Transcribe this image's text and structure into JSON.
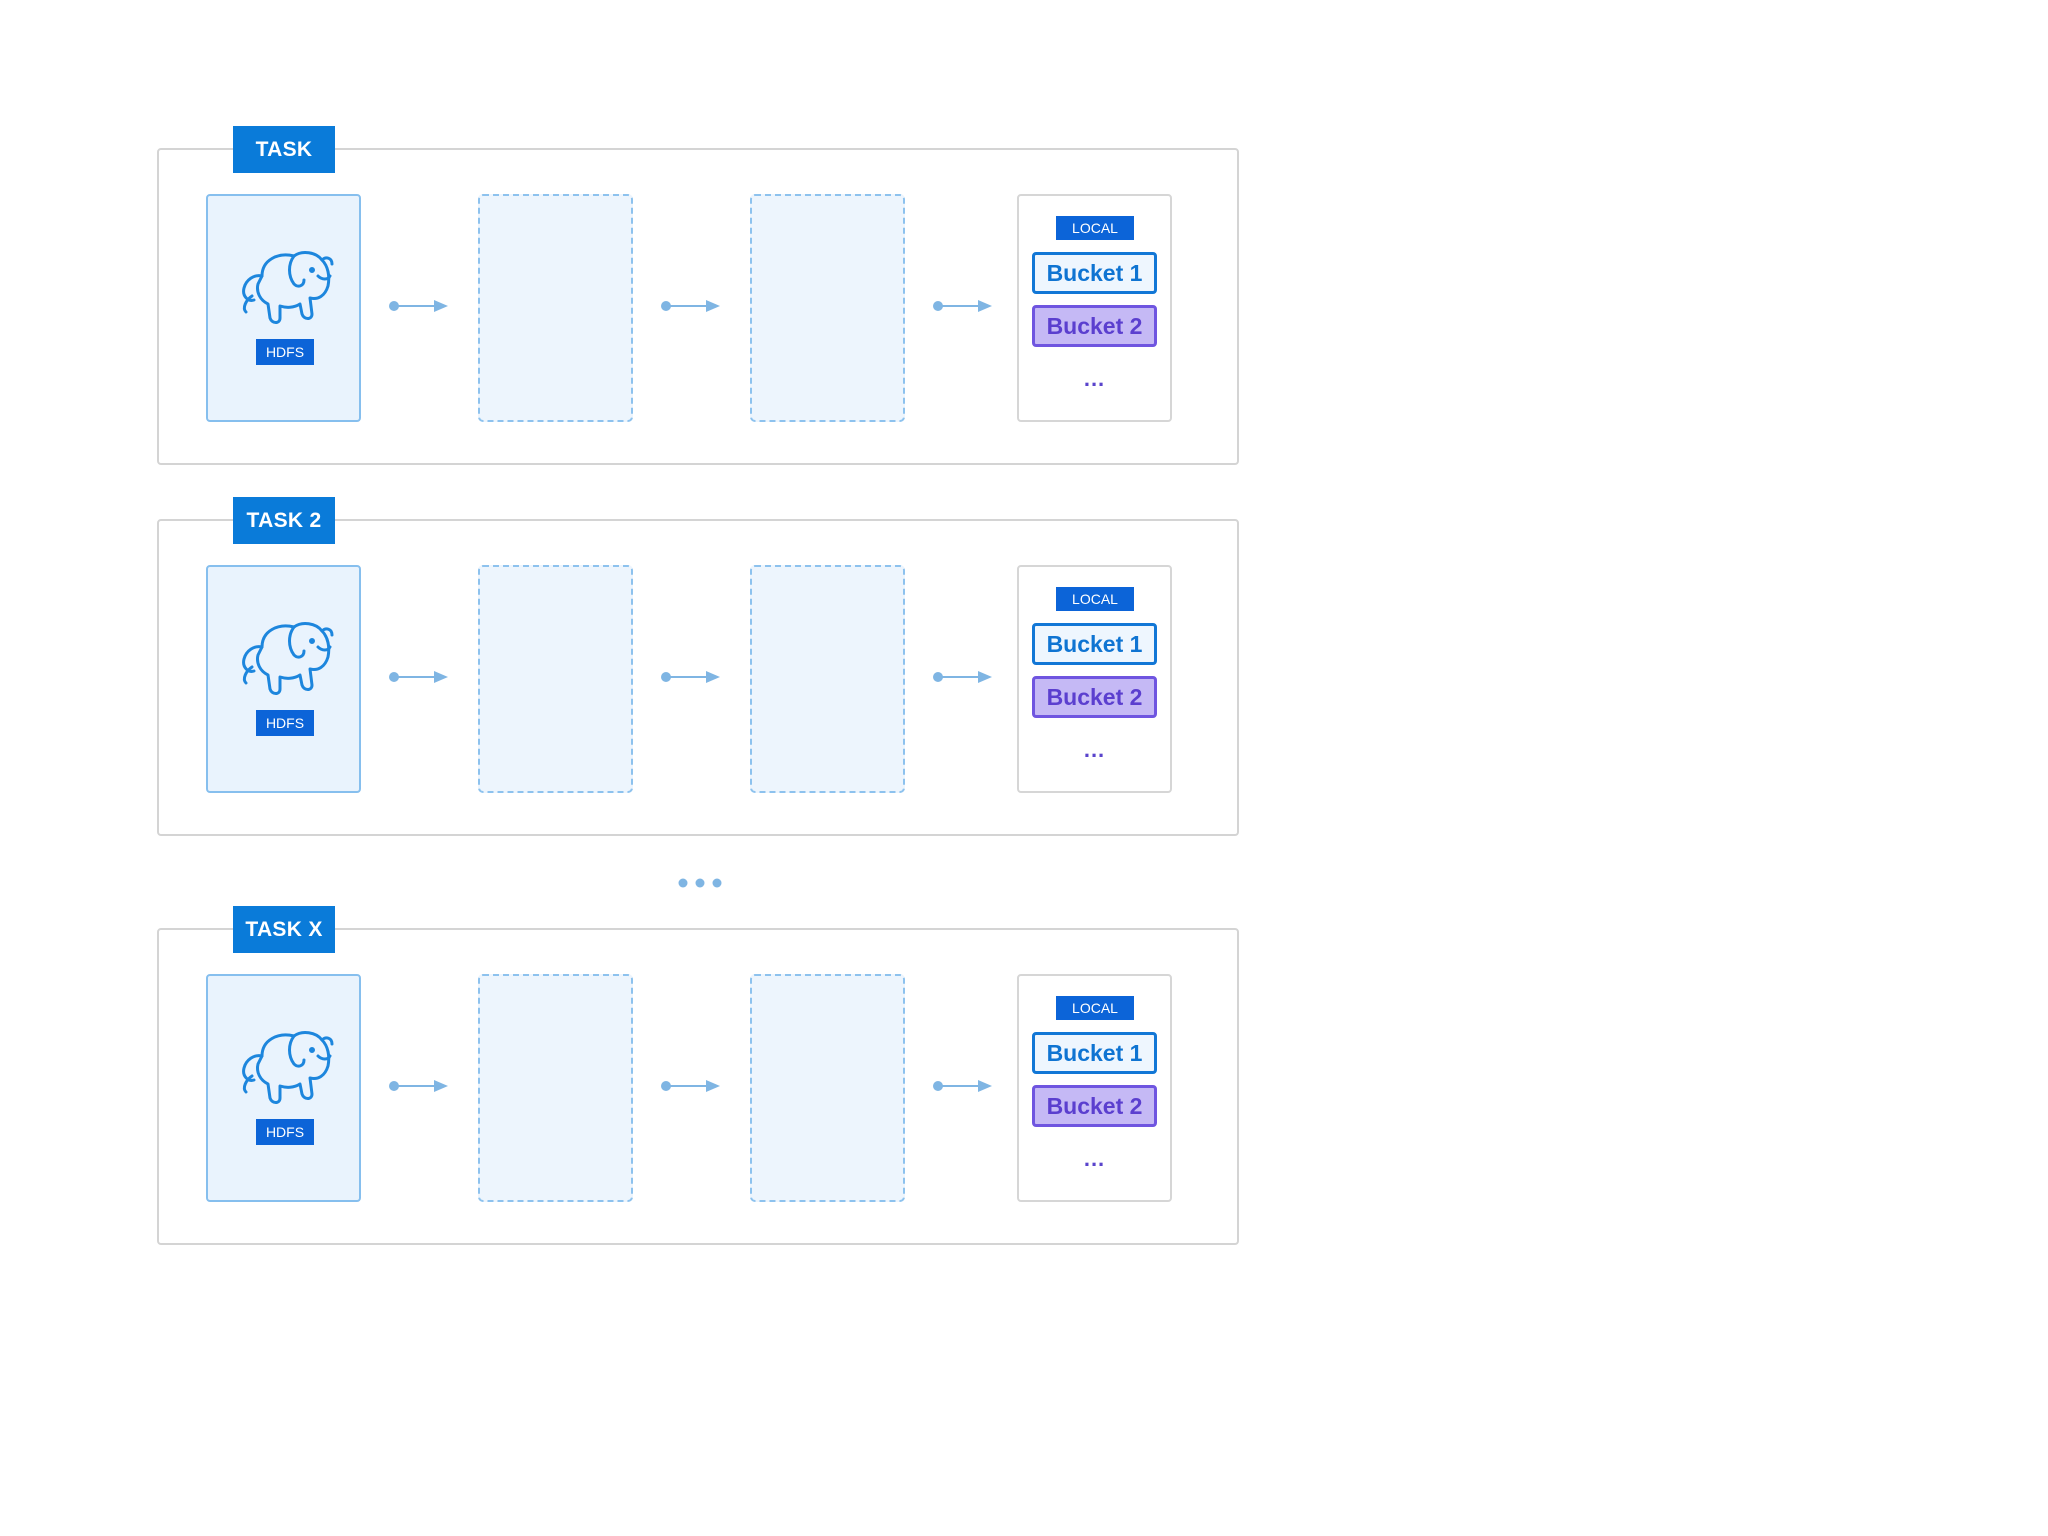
{
  "colors": {
    "accent": "#0a7bd9",
    "tag_blue": "#0c64d8",
    "hdfs_bg": "#e9f3fd",
    "stage_bg": "#edf5fd",
    "connector": "#7fb5e3",
    "bucket_1": "#1277d6",
    "bucket_2": "#6f55e0",
    "bucket_2_bg": "#c5b9f5"
  },
  "icons": {
    "source": "elephant-icon",
    "connector": "arrow-right-icon",
    "separator": "ellipsis-icon"
  },
  "tasks": [
    {
      "label": "TASK",
      "source_label": "HDFS",
      "output": {
        "label": "LOCAL",
        "buckets": [
          "Bucket 1",
          "Bucket 2"
        ],
        "more": "..."
      }
    },
    {
      "label": "TASK 2",
      "source_label": "HDFS",
      "output": {
        "label": "LOCAL",
        "buckets": [
          "Bucket 1",
          "Bucket 2"
        ],
        "more": "..."
      }
    },
    {
      "label": "TASK X",
      "source_label": "HDFS",
      "output": {
        "label": "LOCAL",
        "buckets": [
          "Bucket 1",
          "Bucket 2"
        ],
        "more": "..."
      }
    }
  ]
}
